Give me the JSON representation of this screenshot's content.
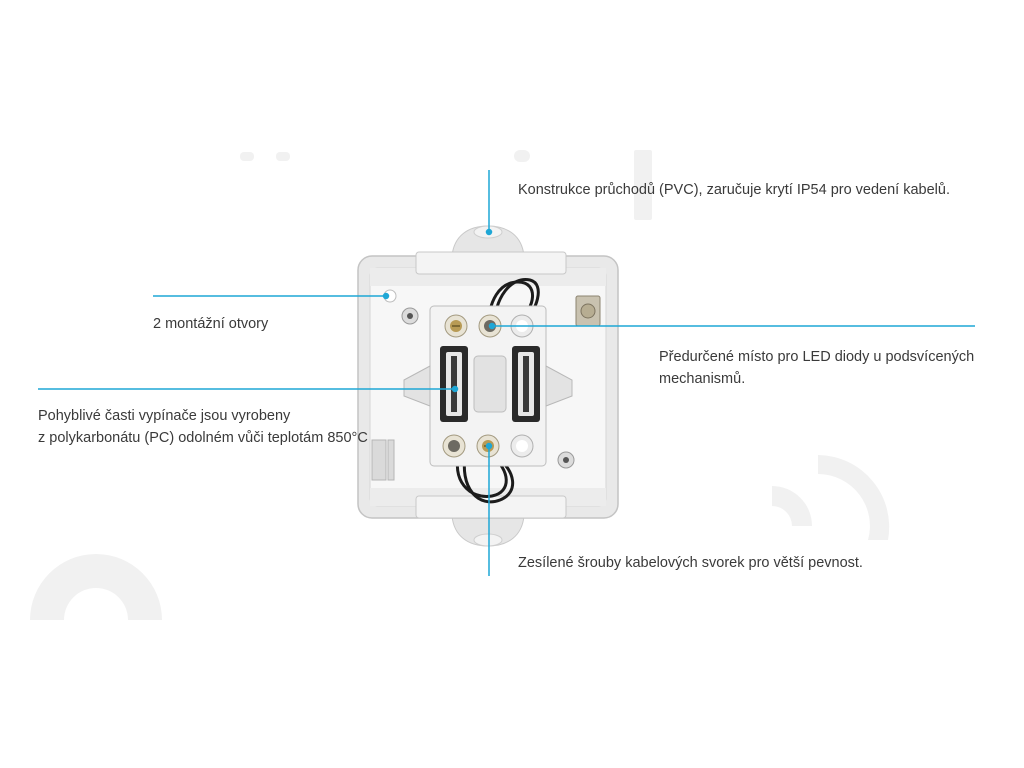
{
  "accent_color": "#1ea7d6",
  "callouts": {
    "cable_glands": {
      "lines": [
        "Konstrukce průchodů (PVC), zaručuje krytí IP54 pro vedení kabelů."
      ]
    },
    "mounting_holes": {
      "lines": [
        "2 montážní otvory"
      ]
    },
    "led_place": {
      "lines": [
        "Předurčené místo pro LED diody u podsvícených",
        "mechanismů."
      ]
    },
    "moving_parts": {
      "lines": [
        "Pohyblivé časti vypínače jsou vyrobeny",
        "z polykarbonátu (PC) odolném vůči teplotám 850°C"
      ]
    },
    "terminal_screws": {
      "lines": [
        "Zesílené šrouby kabelových svorek pro větší pevnost."
      ]
    }
  },
  "product_image": "switch-box-interior"
}
